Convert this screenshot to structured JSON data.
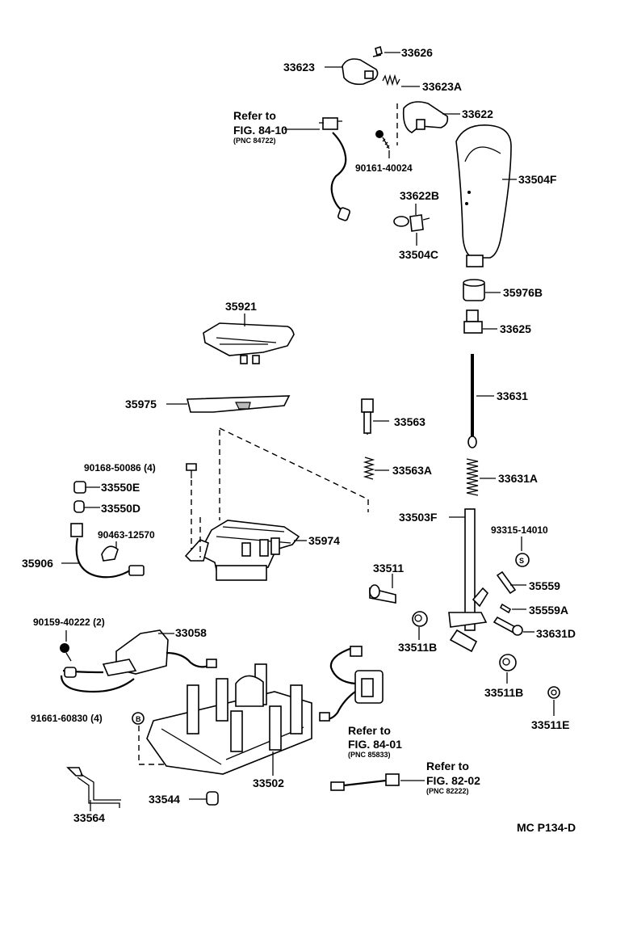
{
  "labels": {
    "p33626": "33626",
    "p33623": "33623",
    "p33623A": "33623A",
    "p33622": "33622",
    "p90161_40024": "90161-40024",
    "p33504F": "33504F",
    "p33622B": "33622B",
    "p33504C": "33504C",
    "p35976B": "35976B",
    "p35921": "35921",
    "p33625": "33625",
    "p35975": "35975",
    "p33631": "33631",
    "p33563": "33563",
    "p90168_50086": "90168-50086 (4)",
    "p33563A": "33563A",
    "p33631A": "33631A",
    "p33550E": "33550E",
    "p33550D": "33550D",
    "p33503F": "33503F",
    "p93315_14010": "93315-14010",
    "p90463_12570": "90463-12570",
    "p35974": "35974",
    "p35906": "35906",
    "p33511": "33511",
    "p35559": "35559",
    "p35559A": "35559A",
    "p90159_40222": "90159-40222 (2)",
    "p33058": "33058",
    "p33631D": "33631D",
    "p33511B_left": "33511B",
    "p33511B_right": "33511B",
    "p91661_60830": "91661-60830 (4)",
    "p33511E": "33511E",
    "p33502": "33502",
    "p33544": "33544",
    "p33564": "33564"
  },
  "markers": {
    "s": "S",
    "b": "B"
  },
  "references": [
    {
      "refer": "Refer to",
      "fig": "FIG. 84-10",
      "pnc": "(PNC 84722)"
    },
    {
      "refer": "Refer to",
      "fig": "FIG. 84-01",
      "pnc": "(PNC 85833)"
    },
    {
      "refer": "Refer to",
      "fig": "FIG. 82-02",
      "pnc": "(PNC 82222)"
    }
  ],
  "figure_code": "MC  P134-D"
}
